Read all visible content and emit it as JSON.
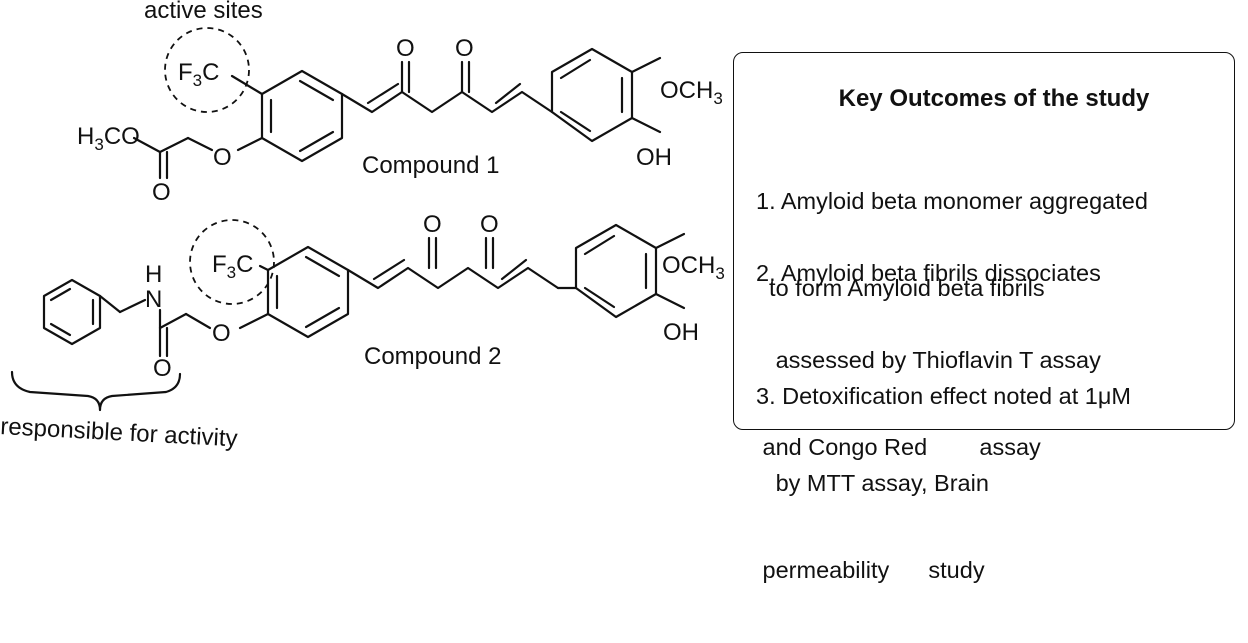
{
  "figure": {
    "annotation_top": "active sites",
    "annotation_bottom": "responsible for activity",
    "compound1_caption": "Compound 1",
    "compound2_caption": "Compound 2"
  },
  "atoms": {
    "O": "O",
    "N": "N",
    "H": "H",
    "OH": "OH",
    "F": "F",
    "C": "C",
    "CH": "CH",
    "sub3": "3",
    "H_prefix": "H",
    "CO": "CO",
    "OCH": "OCH"
  },
  "outcomes": {
    "title": "Key Outcomes of the study",
    "items": [
      [
        "1. Amyloid beta monomer aggregated",
        "  to form Amyloid beta fibrils"
      ],
      [
        "2. Amyloid beta fibrils dissociates",
        "   assessed by Thioflavin T assay",
        " and Congo Red        assay"
      ],
      [
        "3. Detoxification effect noted at 1μM",
        "   by MTT assay, Brain",
        " permeability      study"
      ]
    ]
  }
}
